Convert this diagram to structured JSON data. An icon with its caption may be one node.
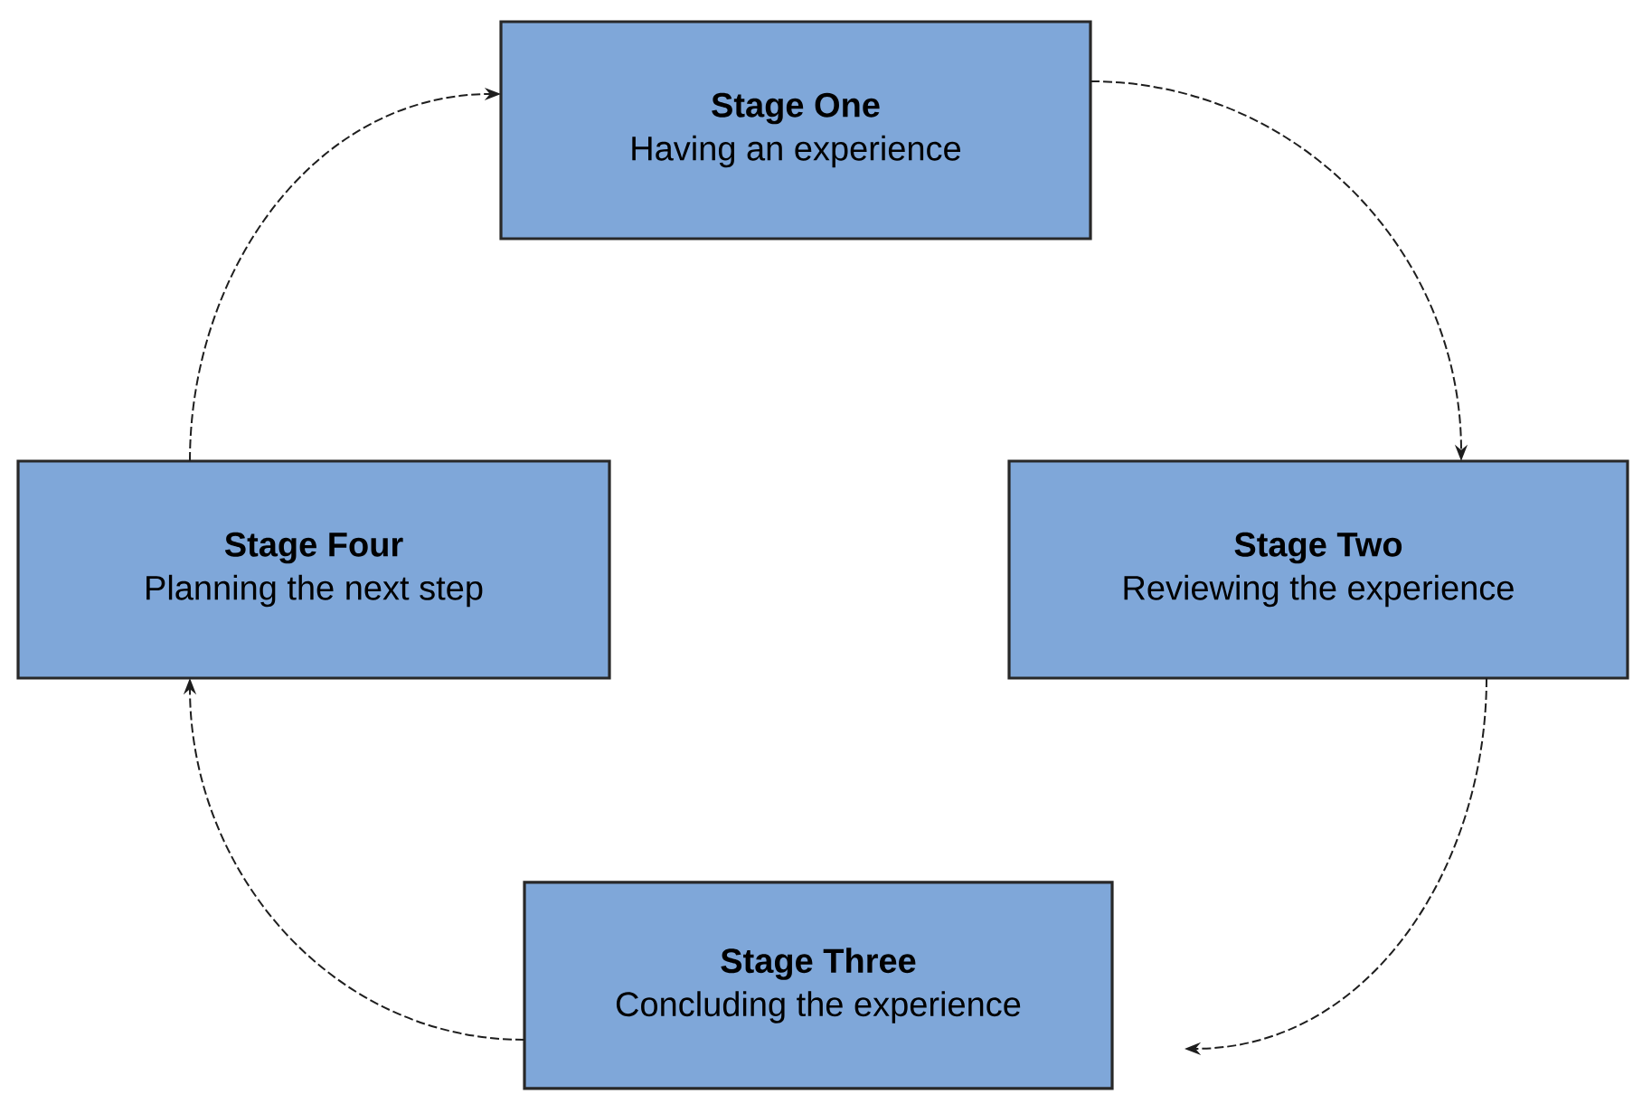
{
  "diagram": {
    "nodes": [
      {
        "text": [
          "Stage One",
          "Having an experience"
        ]
      },
      {
        "text": [
          "Stage Two",
          "Reviewing the experience"
        ]
      },
      {
        "text": [
          "Stage Three",
          "Concluding the experience"
        ]
      },
      {
        "text": [
          "Stage Four",
          "Planning the next step"
        ]
      }
    ],
    "edges": [
      {
        "from": 0,
        "to": 1,
        "arrow": "to",
        "style": "dashed"
      },
      {
        "from": 1,
        "to": 2,
        "arrow": "to",
        "style": "dashed"
      },
      {
        "from": 2,
        "to": 3,
        "arrow": "to",
        "style": "dashed"
      },
      {
        "from": 3,
        "to": 0,
        "arrow": "to",
        "style": "dashed"
      }
    ]
  }
}
